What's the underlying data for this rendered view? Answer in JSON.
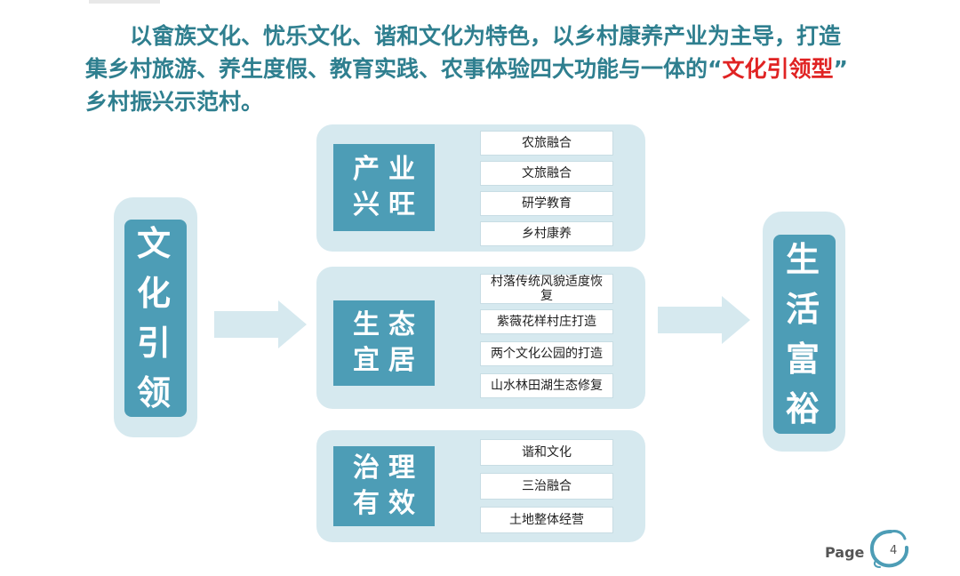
{
  "intro": {
    "line1": "以畲族文化、忧乐文化、谐和文化为特色，以乡村康养产业为主导，打造",
    "line2_prefix": "集乡村旅游、养生度假、教育实践、农事体验四大功能与一体的“",
    "line2_highlight": "文化引领型",
    "line2_suffix": "”",
    "line3": "乡村振兴示范村。"
  },
  "left": {
    "chars": [
      "文",
      "化",
      "引",
      "领"
    ]
  },
  "right": {
    "chars": [
      "生",
      "活",
      "富",
      "裕"
    ]
  },
  "groups": [
    {
      "label_line1": "产业",
      "label_line2": "兴旺",
      "items": [
        "农旅融合",
        "文旅融合",
        "研学教育",
        "乡村康养"
      ]
    },
    {
      "label_line1": "生态",
      "label_line2": "宜居",
      "items": [
        "村落传统风貌适度恢复",
        "紫薇花样村庄打造",
        "两个文化公园的打造",
        "山水林田湖生态修复"
      ]
    },
    {
      "label_line1": "治理",
      "label_line2": "有效",
      "items": [
        "谐和文化",
        "三治融合",
        "土地整体经营"
      ]
    }
  ],
  "footer": {
    "page_label": "Page",
    "page_number": "4"
  },
  "colors": {
    "panel": "#d6e9ef",
    "label": "#4d9db6",
    "title_text": "#2f7f8f",
    "highlight": "#e02323",
    "arrow": "#d6e9ef"
  }
}
